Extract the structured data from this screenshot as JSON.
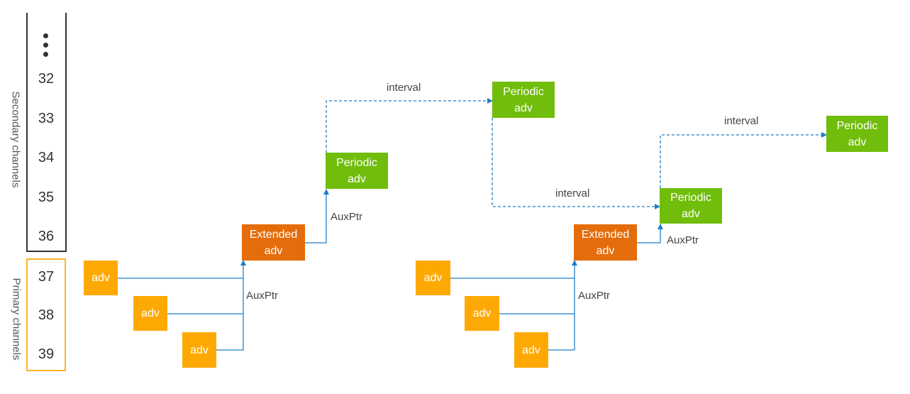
{
  "channels": {
    "secondary_title": "Secondary channels",
    "primary_title": "Primary channels",
    "secondary": [
      "32",
      "33",
      "34",
      "35",
      "36"
    ],
    "primary": [
      "37",
      "38",
      "39"
    ]
  },
  "colors": {
    "adv": "#fea903",
    "extended": "#e46c0a",
    "periodic": "#70bd0b",
    "arrow": "#1e7ec8",
    "secondary_bracket": "#333333",
    "primary_bracket": "#fcb326"
  },
  "left_group": {
    "adv_boxes": [
      "adv",
      "adv",
      "adv"
    ],
    "extended": "Extended\nadv",
    "periodic_1": "Periodic\nadv",
    "periodic_2": "Periodic\nadv",
    "auxptr_primary": "AuxPtr",
    "auxptr_secondary": "AuxPtr",
    "interval": "interval"
  },
  "right_group": {
    "adv_boxes": [
      "adv",
      "adv",
      "adv"
    ],
    "extended": "Extended\nadv",
    "periodic_1": "Periodic\nadv",
    "periodic_2": "Periodic\nadv",
    "auxptr_primary": "AuxPtr",
    "auxptr_secondary": "AuxPtr",
    "interval_lower": "interval",
    "interval_upper": "interval"
  }
}
